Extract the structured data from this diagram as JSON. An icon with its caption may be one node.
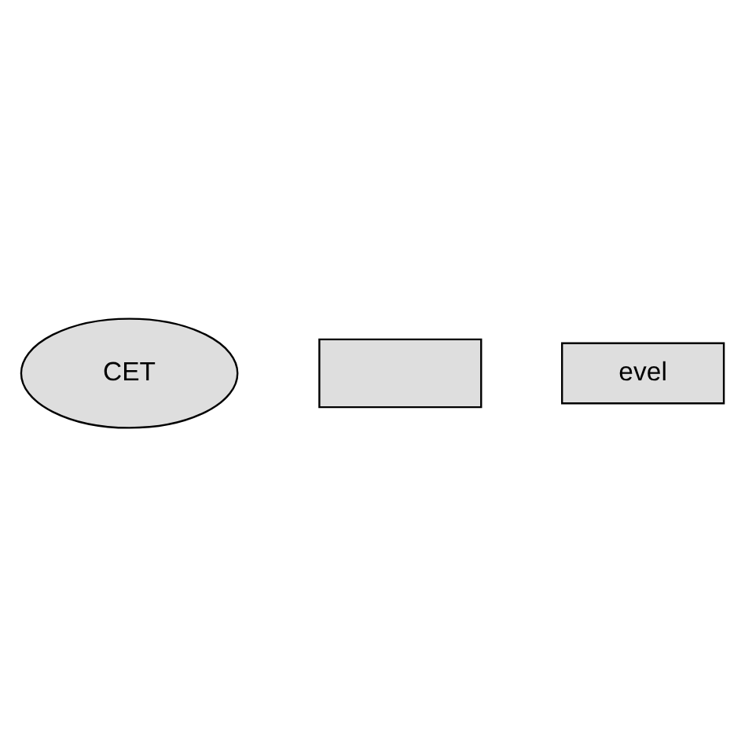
{
  "diagram": {
    "nodes": [
      {
        "text": [
          "CET"
        ]
      },
      {
        "text": [],
        "shape": "box"
      },
      {
        "text": [
          "evel"
        ]
      }
    ]
  }
}
